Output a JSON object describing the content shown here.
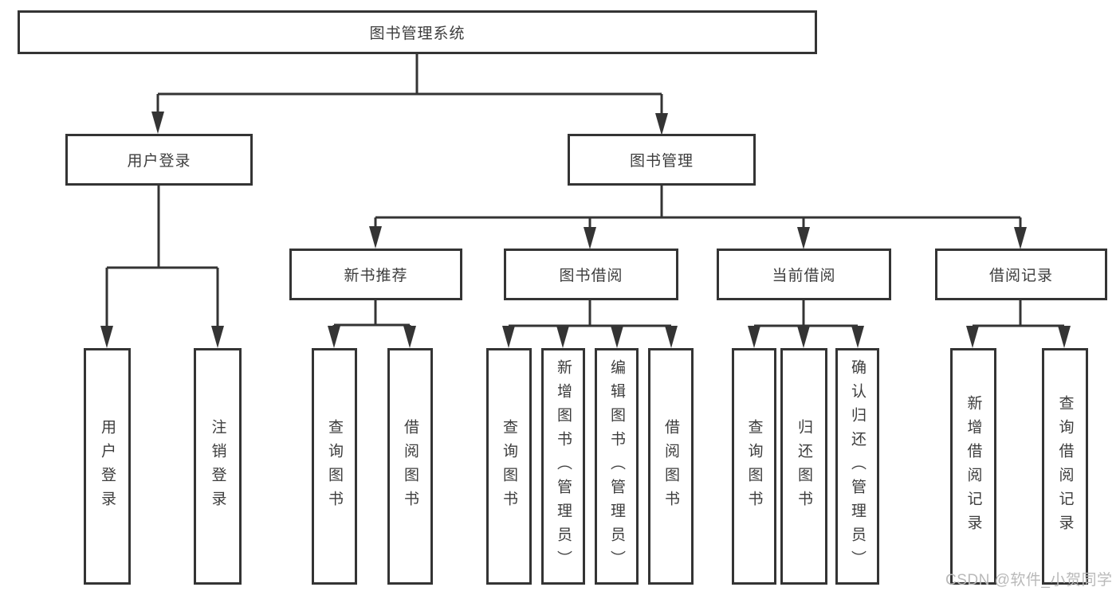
{
  "diagram": {
    "root": {
      "label": "图书管理系统"
    },
    "level2": [
      {
        "label": "用户登录",
        "children": [
          {
            "label": "用户登录"
          },
          {
            "label": "注销登录"
          }
        ]
      },
      {
        "label": "图书管理",
        "children": [
          {
            "label": "新书推荐",
            "children": [
              {
                "label": "查询图书"
              },
              {
                "label": "借阅图书"
              }
            ]
          },
          {
            "label": "图书借阅",
            "children": [
              {
                "label": "查询图书"
              },
              {
                "label": "新增图书（管理员）"
              },
              {
                "label": "编辑图书（管理员）"
              },
              {
                "label": "借阅图书"
              }
            ]
          },
          {
            "label": "当前借阅",
            "children": [
              {
                "label": "查询图书"
              },
              {
                "label": "归还图书"
              },
              {
                "label": "确认归还（管理员）"
              }
            ]
          },
          {
            "label": "借阅记录",
            "children": [
              {
                "label": "新增借阅记录"
              },
              {
                "label": "查询借阅记录"
              }
            ]
          }
        ]
      }
    ],
    "watermark": "CSDN @软件_小贺同学",
    "colors": {
      "line": "#343434",
      "text": "#3d3d3d",
      "watermark": "#b9b9b9",
      "background": "#ffffff"
    }
  }
}
